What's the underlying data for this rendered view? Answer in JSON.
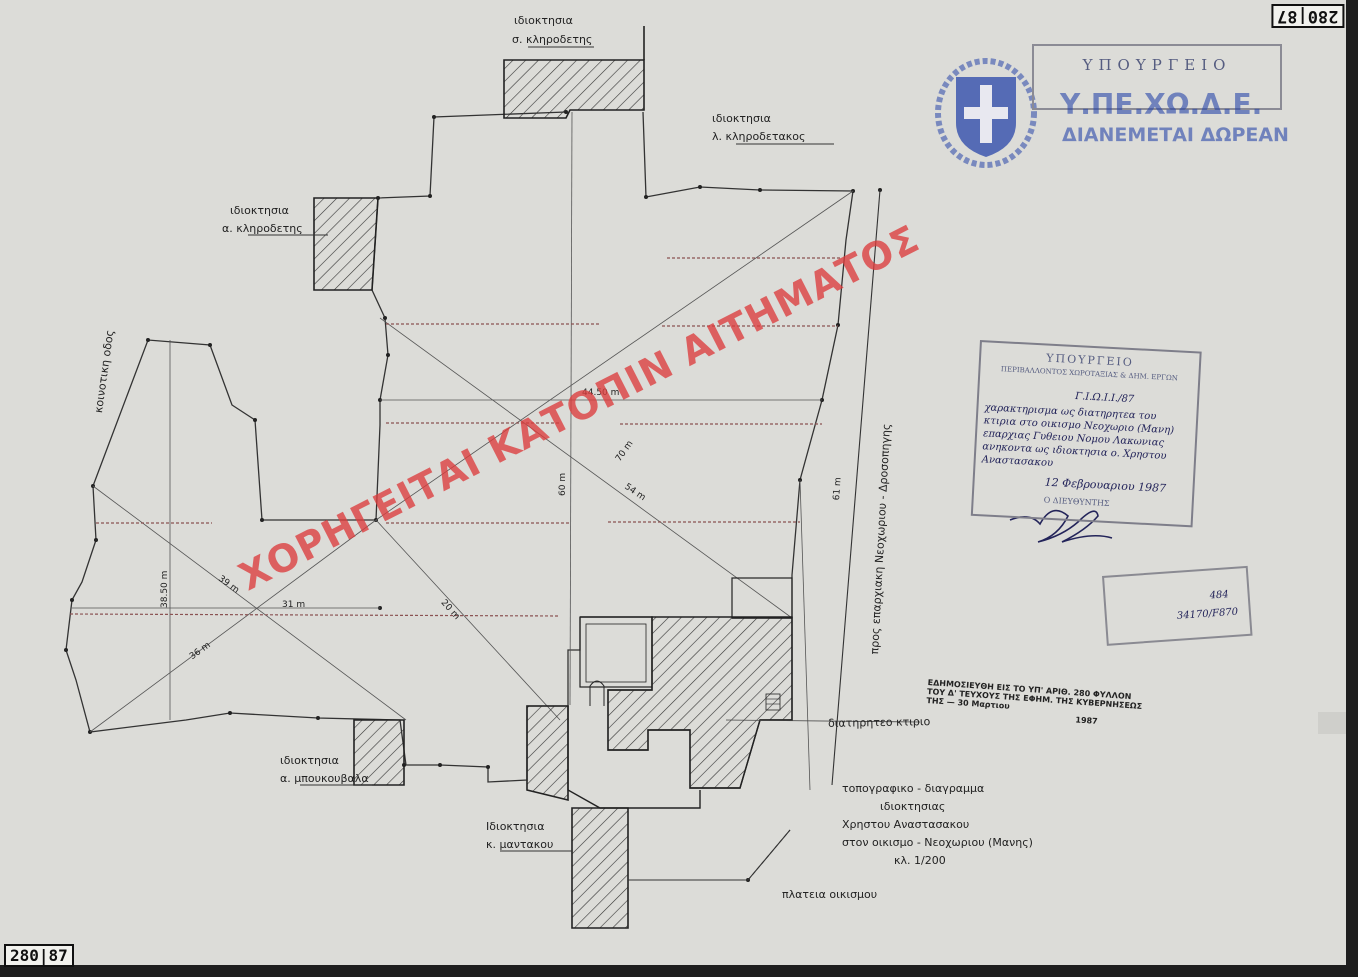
{
  "corner_labels": {
    "top_right": "280|87",
    "bottom_left": "280|87"
  },
  "owners": {
    "s_kliro": {
      "line1": "ιδιοκτησια",
      "line2": "σ. κληροδετης"
    },
    "l_kliro": {
      "line1": "ιδιοκτησια",
      "line2": "λ. κληροδετακος"
    },
    "a_kliro": {
      "line1": "ιδιοκτησια",
      "line2": "α. κληροδετης"
    },
    "koinotiko": "κοινοτικη οδος",
    "a_mpouk": {
      "line1": "ιδιοκτησια",
      "line2": "α. μπουκουβαλα"
    },
    "k_mant": {
      "line1": "Ιδιοκτησια",
      "line2": "κ. μαντακου"
    }
  },
  "dimensions": {
    "d4450": "44.50 m",
    "d70": "70 m",
    "d54": "54 m",
    "d60": "60 m",
    "d61": "61 m",
    "d20": "20 m",
    "d3850": "38.50 m",
    "d39": "39 m",
    "d31": "31 m",
    "d36": "36 m"
  },
  "road_label": "προς επαρχιακη Νεοχωριου - Δροσοπηγης",
  "preserved_building": "διατηρητεο κτιριο",
  "legend": {
    "line1": "τοπογραφικο - διαγραμμα",
    "line2": "ιδιοκτησιας",
    "line3": "Χρηστου Αναστασακου",
    "line4": "στον οικισμο - Νεοχωριου (Μανης)",
    "scale": "κλ. 1/200",
    "square": "πλατεια οικισμου"
  },
  "watermark": "ΧΟΡΗΓΕΙΤΑΙ ΚΑΤΟΠΙΝ ΑΙΤΗΜΑΤΟΣ",
  "ministry": {
    "stamp_title": "ΥΠΟΥΡΓΕΙΟ",
    "abbr": "Υ.ΠΕ.ΧΩ.Δ.Ε.",
    "free": "ΔΙΑΝΕΜΕΤΑΙ ΔΩΡΕΑΝ"
  },
  "approval_stamp": {
    "title": "ΥΠΟΥΡΓΕΙΟ",
    "sub": "ΠΕΡΙΒΑΛΛΟΝΤΟΣ ΧΩΡΟΤΑΞΙΑΣ & ΔΗΜ. ΕΡΓΩΝ",
    "ref": "Γ.Ι.Ω.Ι.Ι./87",
    "text1": "χαρακτηρισμα ως διατηρητεα του",
    "text2": "κτιρια στο οικισμο Νεοχωριο (Μανη)",
    "text3": "επαρχιας Γυθειου Νομου Λακωνιας",
    "text4": "ανηκοντα ως ιδιοκτησια ο. Χρηστου",
    "text5": "Αναστασακου",
    "date": "12 Φεβρουαριου 1987",
    "director": "Ο ΔΙΕΥΘΥΝΤΗΣ"
  },
  "register_stamp": {
    "n1": "484",
    "n2": "34170/F870"
  },
  "publication": {
    "line1": "ΕΔΗΜΟΣΙΕΥΘΗ ΕΙΣ ΤΟ ΥΠ' ΑΡΙΘ. 280 ΦΥΛΛΟΝ",
    "line2": "ΤΟΥ Δ' ΤΕΥΧΟΥΣ ΤΗΣ ΕΦΗΜ. ΤΗΣ ΚΥΒΕΡΝΗΣΕΩΣ",
    "line3": "ΤΗΣ — 30 Μαρτιου",
    "year": "1987"
  },
  "colors": {
    "paper": "#dcdcd8",
    "ink": "#333333",
    "stamp": "#555c80",
    "watermark": "#dc3c3c",
    "emblem": "#2846aa"
  }
}
